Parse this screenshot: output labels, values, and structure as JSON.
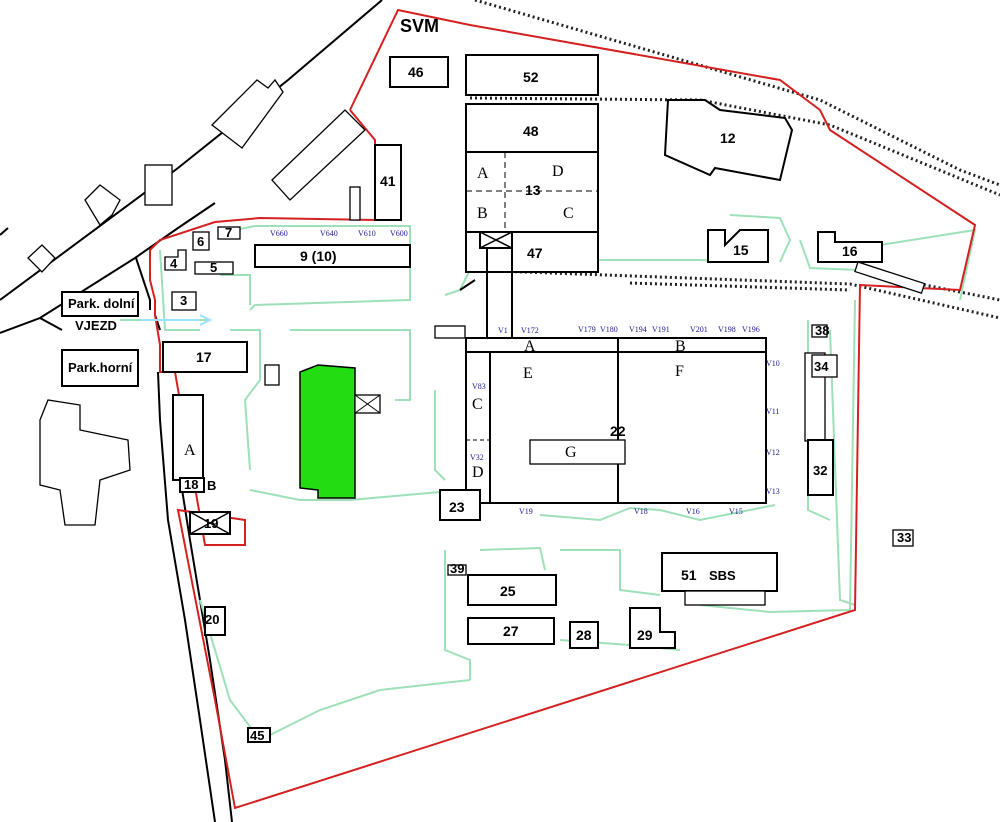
{
  "map": {
    "title": "SVM",
    "entrance": "VJEZD",
    "parking": {
      "lower": "Park. dolní",
      "upper": "Park.horní"
    },
    "buildings": {
      "b3": "3",
      "b4": "4",
      "b5": "5",
      "b6": "6",
      "b7": "7",
      "b9": "9 (10)",
      "b12": "12",
      "b13": "13",
      "b15": "15",
      "b16": "16",
      "b17": "17",
      "b18": "18",
      "b19": "19",
      "b20": "20",
      "b22": "22",
      "b23": "23",
      "b25": "25",
      "b27": "27",
      "b28": "28",
      "b29": "29",
      "b32": "32",
      "b33": "33",
      "b34": "34",
      "b38": "38",
      "b39": "39",
      "b41": "41",
      "b45": "45",
      "b46": "46",
      "b47": "47",
      "b48": "48",
      "b51": "51",
      "b51_suffix": "SBS",
      "b52": "52"
    },
    "sections": {
      "b13": {
        "a": "A",
        "b": "B",
        "c": "C",
        "d": "D"
      },
      "b22": {
        "a": "A",
        "b": "B",
        "c": "C",
        "d": "D",
        "e": "E",
        "f": "F",
        "g": "G"
      },
      "west": {
        "a": "A",
        "b": "B"
      }
    },
    "valves": {
      "v660": "V660",
      "v640": "V640",
      "v610": "V610",
      "v600": "V600",
      "v1": "V1",
      "v172": "V172",
      "v179": "V179",
      "v180": "V180",
      "v194": "V194",
      "v191": "V191",
      "v201": "V201",
      "v198": "V198",
      "v196": "V196",
      "v10": "V10",
      "v11": "V11",
      "v12": "V12",
      "v13": "V13",
      "v83": "V83",
      "v32": "V32",
      "v19": "V19",
      "v18": "V18",
      "v16": "V16",
      "v15": "V15"
    },
    "colors": {
      "fence": "#d42020",
      "paths": "#9ee0b8",
      "highlight": "#22dd11"
    }
  }
}
